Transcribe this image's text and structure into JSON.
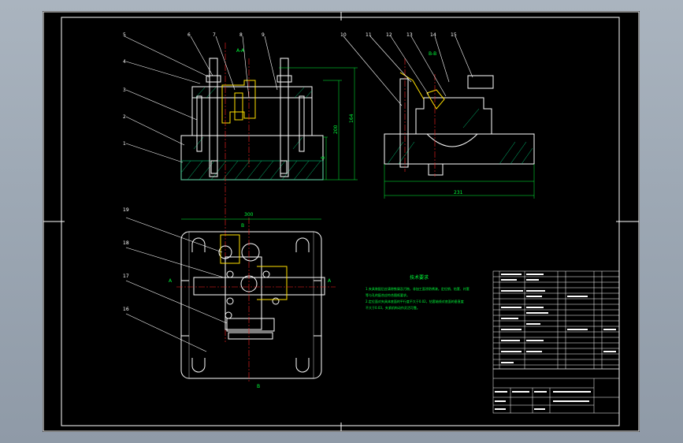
{
  "section_labels": {
    "a_a": "A-A",
    "b_b": "B-B",
    "a_left": "A",
    "a_right": "A",
    "b_top": "B",
    "b_bottom": "B"
  },
  "part_numbers": [
    "5",
    "6",
    "7",
    "8",
    "9",
    "10",
    "11",
    "12",
    "13",
    "14",
    "15",
    "4",
    "3",
    "2",
    "1",
    "19",
    "18",
    "17",
    "16"
  ],
  "dimensions": {
    "front_width": "300",
    "side_width": "231",
    "height_a": "200",
    "height_b": "164",
    "height_c": "8"
  },
  "tech_requirements": {
    "title": "技术要求",
    "lines": [
      "1.夹具装配后应清除铁屑及污物，非加工面涂防锈漆。定位销、钻套、衬套",
      "等与孔的配合应符合图纸要求。",
      "2.定位面对夹具体底面的平行度不大于0.02，钻套轴线对底面的垂直度",
      "不大于0.03，夹紧机构动作灵活可靠。"
    ]
  },
  "colors": {
    "line": "#ffffff",
    "dim": "#00ff3a",
    "center": "#ff2020",
    "part": "#ffe000",
    "hatch": "#00c878"
  }
}
